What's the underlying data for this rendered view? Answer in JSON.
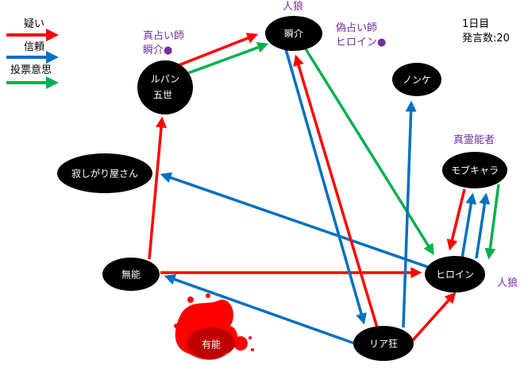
{
  "legend": [
    {
      "label": "疑い",
      "color": "#ff0000"
    },
    {
      "label": "信頼",
      "color": "#0070c0"
    },
    {
      "label": "投票意思",
      "color": "#00b050"
    }
  ],
  "info": {
    "day": "1日目",
    "count": "発言数:20"
  },
  "annotations": {
    "shunsuke_role": "人狼",
    "true_seer": "真占い師",
    "true_seer_target": "瞬介●",
    "fake_seer": "偽占い師",
    "fake_seer_target": "ヒロイン●",
    "true_medium": "真霊能者",
    "heroine_role": "人狼"
  },
  "nodes": {
    "shunsuke": "瞬介",
    "lupin1": "ルパン",
    "lupin2": "五世",
    "nonke": "ノンケ",
    "sabishi": "寂しがり屋さん",
    "mob": "モブキャラ",
    "munou": "無能",
    "heroine": "ヒロイン",
    "riakyo": "リア狂",
    "yuunou": "有能"
  },
  "edges": [
    {
      "type": "疑い",
      "from": "ルパン五世",
      "to": "瞬介"
    },
    {
      "type": "投票意思",
      "from": "ルパン五世",
      "to": "瞬介"
    },
    {
      "type": "疑い",
      "from": "無能",
      "to": "ルパン五世"
    },
    {
      "type": "信頼",
      "from": "ヒロイン",
      "to": "寂しがり屋さん"
    },
    {
      "type": "疑い",
      "from": "無能",
      "to": "ヒロイン"
    },
    {
      "type": "信頼",
      "from": "リア狂",
      "to": "無能"
    },
    {
      "type": "信頼",
      "from": "瞬介",
      "to": "リア狂"
    },
    {
      "type": "疑い",
      "from": "リア狂",
      "to": "瞬介"
    },
    {
      "type": "投票意思",
      "from": "瞬介",
      "to": "ヒロイン"
    },
    {
      "type": "信頼",
      "from": "リア狂",
      "to": "ノンケ"
    },
    {
      "type": "疑い",
      "from": "リア狂",
      "to": "ヒロイン"
    },
    {
      "type": "疑い",
      "from": "モブキャラ",
      "to": "ヒロイン"
    },
    {
      "type": "信頼",
      "from": "ヒロイン",
      "to": "モブキャラ"
    },
    {
      "type": "信頼",
      "from": "ヒロイン",
      "to": "モブキャラ"
    },
    {
      "type": "投票意思",
      "from": "モブキャラ",
      "to": "ヒロイン"
    }
  ]
}
